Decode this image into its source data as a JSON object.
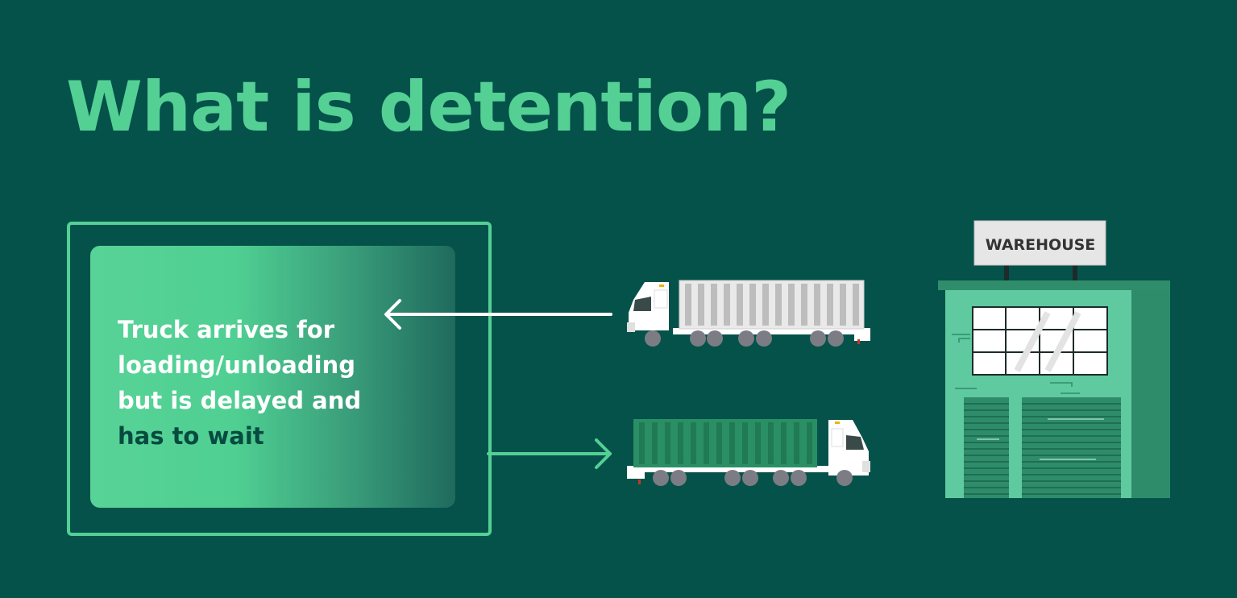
{
  "title": "What is detention?",
  "card": {
    "line1": "Truck arrives for",
    "line2": "loading/unloading",
    "line3": "but is delayed and",
    "line4": "has to wait"
  },
  "warehouse_sign": "WAREHOUSE",
  "colors": {
    "background": "#05524a",
    "accent_green": "#54d095",
    "dark_text": "#074a40",
    "warehouse_green": "#5fc9a0",
    "container_green": "#2a8f65",
    "container_grey": "#c8c8c8"
  },
  "icons": [
    "left-arrow-icon",
    "right-arrow-icon",
    "grey-truck-icon",
    "green-truck-icon",
    "warehouse-icon"
  ]
}
